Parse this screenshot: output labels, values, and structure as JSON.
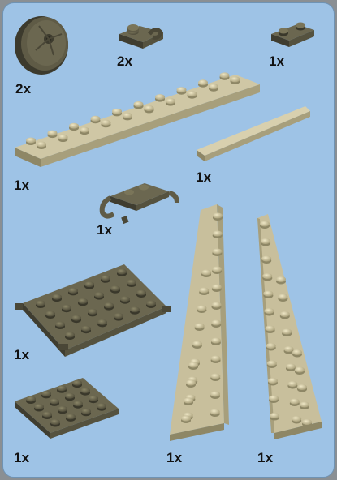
{
  "parts": [
    {
      "id": "wheel",
      "qty": "2x",
      "icon": "wheel-icon"
    },
    {
      "id": "clip-plate",
      "qty": "2x",
      "icon": "clip-plate-icon"
    },
    {
      "id": "plate-1x2",
      "qty": "1x",
      "icon": "plate-1x2-icon"
    },
    {
      "id": "plate-2x10",
      "qty": "1x",
      "icon": "plate-2x10-icon"
    },
    {
      "id": "tile-1x6",
      "qty": "1x",
      "icon": "tile-1x6-icon"
    },
    {
      "id": "handle-plate",
      "qty": "1x",
      "icon": "handle-plate-icon"
    },
    {
      "id": "plate-4x6-hinge",
      "qty": "1x",
      "icon": "hinge-plate-icon"
    },
    {
      "id": "plate-4x4",
      "qty": "1x",
      "icon": "plate-4x4-icon"
    },
    {
      "id": "wing-left",
      "qty": "1x",
      "icon": "wing-left-icon"
    },
    {
      "id": "wing-right",
      "qty": "1x",
      "icon": "wing-right-icon"
    }
  ],
  "colors": {
    "background": "#9ec3e6",
    "dark_tan": "#6e6a52",
    "tan": "#c8bf9c"
  }
}
